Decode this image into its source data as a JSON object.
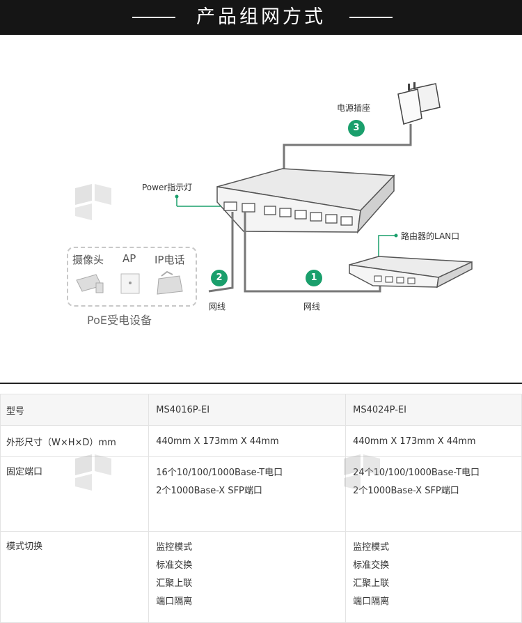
{
  "header": {
    "title": "产品组网方式"
  },
  "diagram": {
    "power_socket_label": "电源插座",
    "power_indicator_label": "Power指示灯",
    "router_lan_label": "路由器的LAN口",
    "cable_label_1": "网线",
    "cable_label_2": "网线",
    "step_1": "1",
    "step_2": "2",
    "step_3": "3",
    "devices": [
      "摄像头",
      "AP",
      "IP电话"
    ],
    "poe_devices_label": "PoE受电设备",
    "accent_color": "#1a9f6c"
  },
  "spec_table": {
    "header": [
      "型号",
      "MS4016P-EI",
      "MS4024P-EI"
    ],
    "dimensions": [
      "外形尺寸（W×H×D）mm",
      "440mm X 173mm X 44mm",
      "440mm X 173mm X 44mm"
    ],
    "fixed_ports": {
      "label": "固定端口",
      "ms4016": [
        "16个10/100/1000Base-T电口",
        "2个1000Base-X SFP端口"
      ],
      "ms4024": [
        "24个10/100/1000Base-T电口",
        "2个1000Base-X SFP端口"
      ]
    },
    "mode_switch": {
      "label": "模式切换",
      "ms4016": [
        "监控模式",
        "标准交换",
        "汇聚上联",
        "端口隔离"
      ],
      "ms4024": [
        "监控模式",
        "标准交换",
        "汇聚上联",
        "端口隔离"
      ]
    }
  }
}
